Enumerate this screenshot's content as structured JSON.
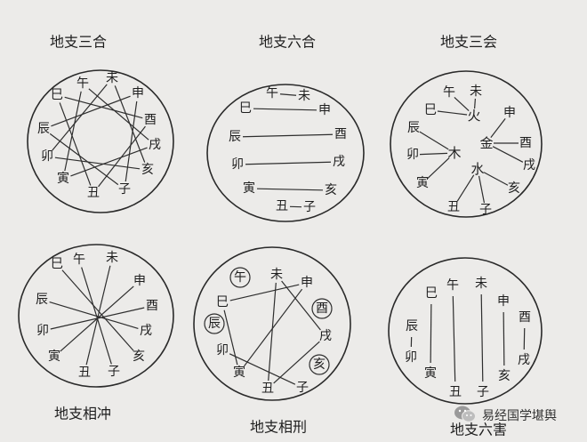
{
  "panels": [
    {
      "id": "sanhe",
      "title": "地支三合",
      "labels": {
        "巳": "巳",
        "午": "午",
        "未": "未",
        "申": "申",
        "辰": "辰",
        "酉": "酉",
        "卯": "卯",
        "戌": "戌",
        "寅": "寅",
        "亥": "亥",
        "丑": "丑",
        "子": "子"
      },
      "connections": [
        [
          "申",
          "子"
        ],
        [
          "子",
          "辰"
        ],
        [
          "辰",
          "申"
        ],
        [
          "亥",
          "卯"
        ],
        [
          "卯",
          "未"
        ],
        [
          "未",
          "亥"
        ],
        [
          "寅",
          "午"
        ],
        [
          "午",
          "戌"
        ],
        [
          "戌",
          "寅"
        ],
        [
          "巳",
          "酉"
        ],
        [
          "酉",
          "丑"
        ],
        [
          "丑",
          "巳"
        ]
      ]
    },
    {
      "id": "liuhe",
      "title": "地支六合",
      "labels": {
        "巳": "巳",
        "午": "午",
        "未": "未",
        "申": "申",
        "辰": "辰",
        "酉": "酉",
        "卯": "卯",
        "戌": "戌",
        "寅": "寅",
        "亥": "亥",
        "丑": "丑",
        "子": "子"
      },
      "connections": [
        [
          "午",
          "未"
        ],
        [
          "巳",
          "申"
        ],
        [
          "辰",
          "酉"
        ],
        [
          "卯",
          "戌"
        ],
        [
          "寅",
          "亥"
        ],
        [
          "丑",
          "子"
        ]
      ]
    },
    {
      "id": "sanhui",
      "title": "地支三会",
      "labels": {
        "巳": "巳",
        "午": "午",
        "未": "未",
        "申": "申",
        "辰": "辰",
        "酉": "酉",
        "卯": "卯",
        "戌": "戌",
        "寅": "寅",
        "亥": "亥",
        "丑": "丑",
        "子": "子"
      },
      "elements": {
        "火": "火",
        "木": "木",
        "金": "金",
        "水": "水"
      },
      "groups": [
        {
          "element": "火",
          "members": [
            "巳",
            "午",
            "未"
          ]
        },
        {
          "element": "木",
          "members": [
            "寅",
            "卯",
            "辰"
          ]
        },
        {
          "element": "金",
          "members": [
            "申",
            "酉",
            "戌"
          ]
        },
        {
          "element": "水",
          "members": [
            "亥",
            "子",
            "丑"
          ]
        }
      ]
    },
    {
      "id": "xiangchong",
      "title": "地支相冲",
      "labels": {
        "巳": "巳",
        "午": "午",
        "未": "未",
        "申": "申",
        "辰": "辰",
        "酉": "酉",
        "卯": "卯",
        "戌": "戌",
        "寅": "寅",
        "亥": "亥",
        "丑": "丑",
        "子": "子"
      },
      "connections": [
        [
          "子",
          "午"
        ],
        [
          "丑",
          "未"
        ],
        [
          "寅",
          "申"
        ],
        [
          "卯",
          "酉"
        ],
        [
          "辰",
          "戌"
        ],
        [
          "巳",
          "亥"
        ]
      ]
    },
    {
      "id": "xiangxing",
      "title": "地支相刑",
      "labels": {
        "巳": "巳",
        "午": "午",
        "未": "未",
        "申": "申",
        "辰": "辰",
        "酉": "酉",
        "卯": "卯",
        "戌": "戌",
        "寅": "寅",
        "亥": "亥",
        "丑": "丑",
        "子": "子"
      },
      "self_punishment": [
        "午",
        "辰",
        "酉",
        "亥"
      ],
      "connections": [
        [
          "寅",
          "巳"
        ],
        [
          "巳",
          "申"
        ],
        [
          "申",
          "寅"
        ],
        [
          "丑",
          "戌"
        ],
        [
          "戌",
          "未"
        ],
        [
          "未",
          "丑"
        ],
        [
          "子",
          "卯"
        ]
      ]
    },
    {
      "id": "liuhai",
      "title": "地支六害",
      "labels": {
        "巳": "巳",
        "午": "午",
        "未": "未",
        "申": "申",
        "辰": "辰",
        "酉": "酉",
        "卯": "卯",
        "戌": "戌",
        "寅": "寅",
        "亥": "亥",
        "丑": "丑",
        "子": "子"
      },
      "connections": [
        [
          "辰",
          "卯"
        ],
        [
          "巳",
          "寅"
        ],
        [
          "午",
          "丑"
        ],
        [
          "未",
          "子"
        ],
        [
          "申",
          "亥"
        ],
        [
          "酉",
          "戌"
        ]
      ]
    }
  ],
  "watermark": {
    "text": "易经国学堪舆",
    "icon": "wechat-icon"
  }
}
